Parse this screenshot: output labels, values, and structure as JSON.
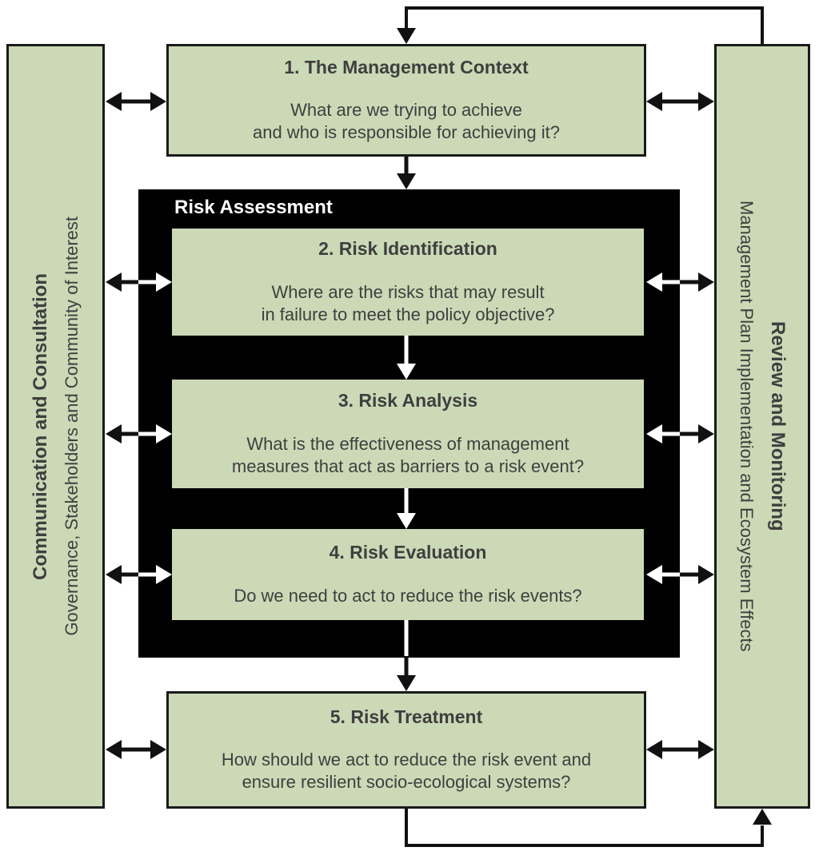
{
  "diagram": {
    "left_bar": {
      "title": "Communication and Consultation",
      "subtitle": "Governance, Stakeholders and Community of Interest"
    },
    "right_bar": {
      "title": "Review and Monitoring",
      "subtitle": "Management Plan Implementation and Ecosystem Effects"
    },
    "risk_assessment_label": "Risk Assessment",
    "boxes": [
      {
        "title": "1. The Management Context",
        "body": "What are we trying to achieve\nand who is responsible for achieving it?"
      },
      {
        "title": "2. Risk Identification",
        "body": "Where are the risks that may result\nin failure to meet the policy objective?"
      },
      {
        "title": "3. Risk Analysis",
        "body": "What is the effectiveness of management\nmeasures that act as barriers to a risk event?"
      },
      {
        "title": "4. Risk Evaluation",
        "body": "Do we need to act to reduce the risk events?"
      },
      {
        "title": "5. Risk Treatment",
        "body": "How should we act to reduce the risk event and\nensure resilient socio-ecological systems?"
      }
    ],
    "colors": {
      "box_fill": "#cbd9b6",
      "border": "#1a1a1a",
      "text": "#3f3f3f",
      "container": "#000000",
      "label_text": "#ffffff",
      "arrow_black": "#111111",
      "arrow_white": "#ffffff"
    }
  }
}
